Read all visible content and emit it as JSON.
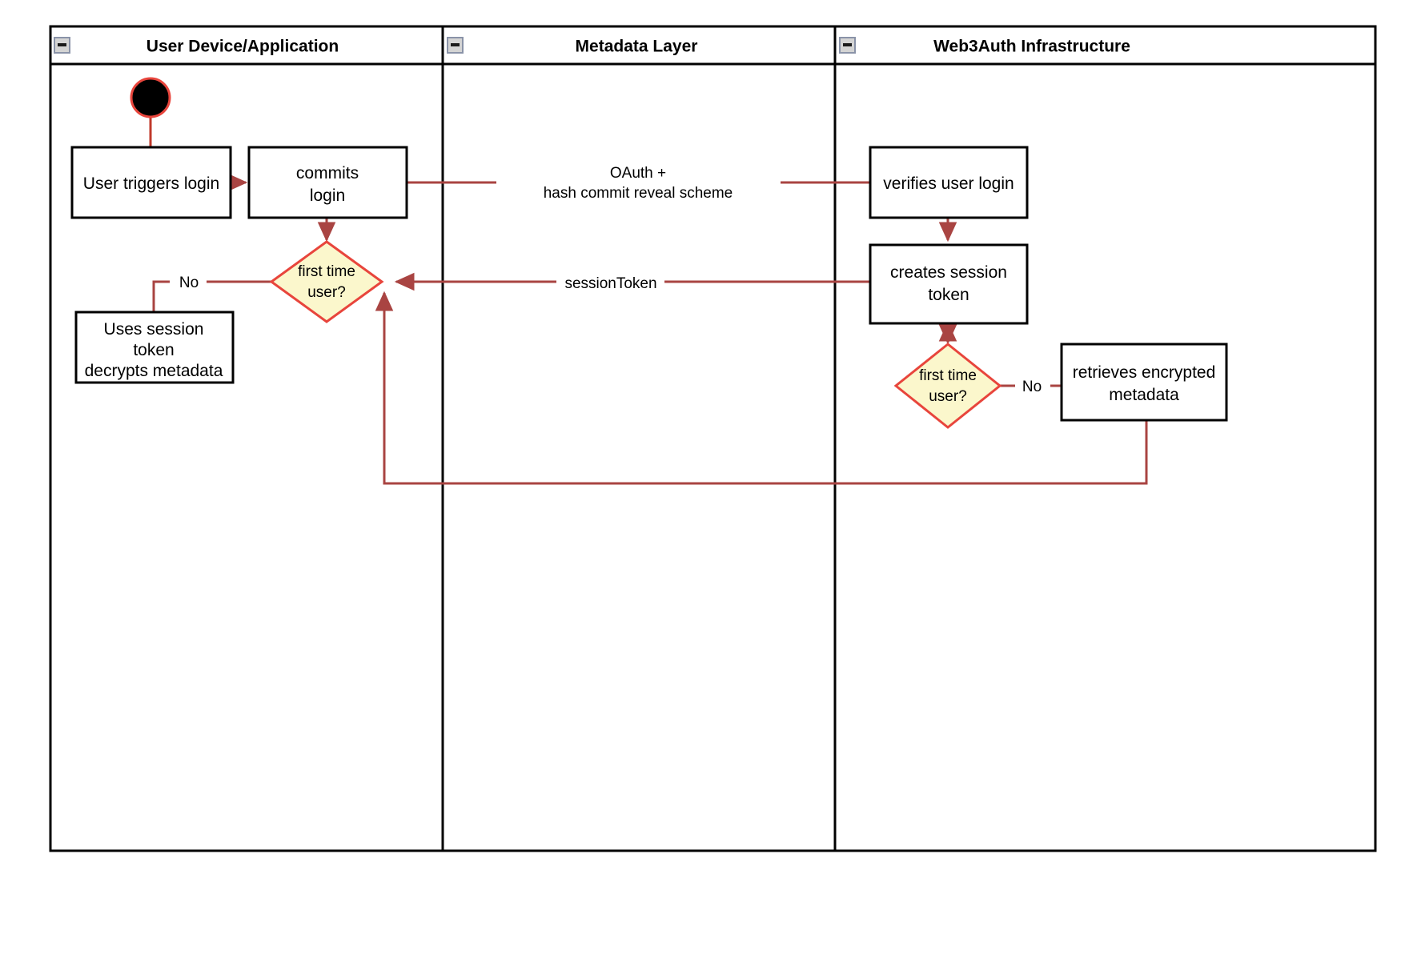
{
  "diagram": {
    "type": "uml-activity-swimlane",
    "background": "#ffffff",
    "colors": {
      "lane_border": "#000000",
      "node_border": "#000000",
      "node_fill": "#ffffff",
      "edge": "#a94442",
      "decision_border": "#ff0000",
      "decision_fill": "#fbf7cc",
      "start_node_fill": "#000000",
      "start_node_ring": "#ff0000",
      "collapse_icon_fill": "#d4d4d4",
      "collapse_icon_border": "#8a93a8"
    },
    "lanes": [
      {
        "id": "user-device",
        "title": "User Device/Application",
        "collapse_icon": "collapse-icon"
      },
      {
        "id": "metadata-layer",
        "title": "Metadata Layer",
        "collapse_icon": "collapse-icon"
      },
      {
        "id": "web3auth",
        "title": "Web3Auth Infrastructure",
        "collapse_icon": "collapse-icon"
      }
    ],
    "nodes": {
      "start": {
        "shape": "initial-node",
        "label": ""
      },
      "user_triggers_login": {
        "shape": "activity",
        "label": "User triggers login"
      },
      "commits_login": {
        "shape": "activity",
        "label_line1": "commits",
        "label_line2": "login"
      },
      "first_time_user_left": {
        "shape": "decision",
        "label_line1": "first time",
        "label_line2": "user?"
      },
      "uses_session_token": {
        "shape": "activity",
        "label_line1": "Uses session",
        "label_line2": "token",
        "label_line3": "decrypts metadata"
      },
      "verifies_user_login": {
        "shape": "activity",
        "label": "verifies user login"
      },
      "creates_session_token": {
        "shape": "activity",
        "label_line1": "creates session",
        "label_line2": "token"
      },
      "first_time_user_right": {
        "shape": "decision",
        "label_line1": "first time",
        "label_line2": "user?"
      },
      "retrieves_encrypted_metadata": {
        "shape": "activity",
        "label_line1": "retrieves encrypted",
        "label_line2": "metadata"
      }
    },
    "edge_labels": {
      "oauth_line1": "OAuth +",
      "oauth_line2": "hash commit reveal scheme",
      "session_token": "sessionToken",
      "no_left": "No",
      "no_right": "No"
    }
  }
}
